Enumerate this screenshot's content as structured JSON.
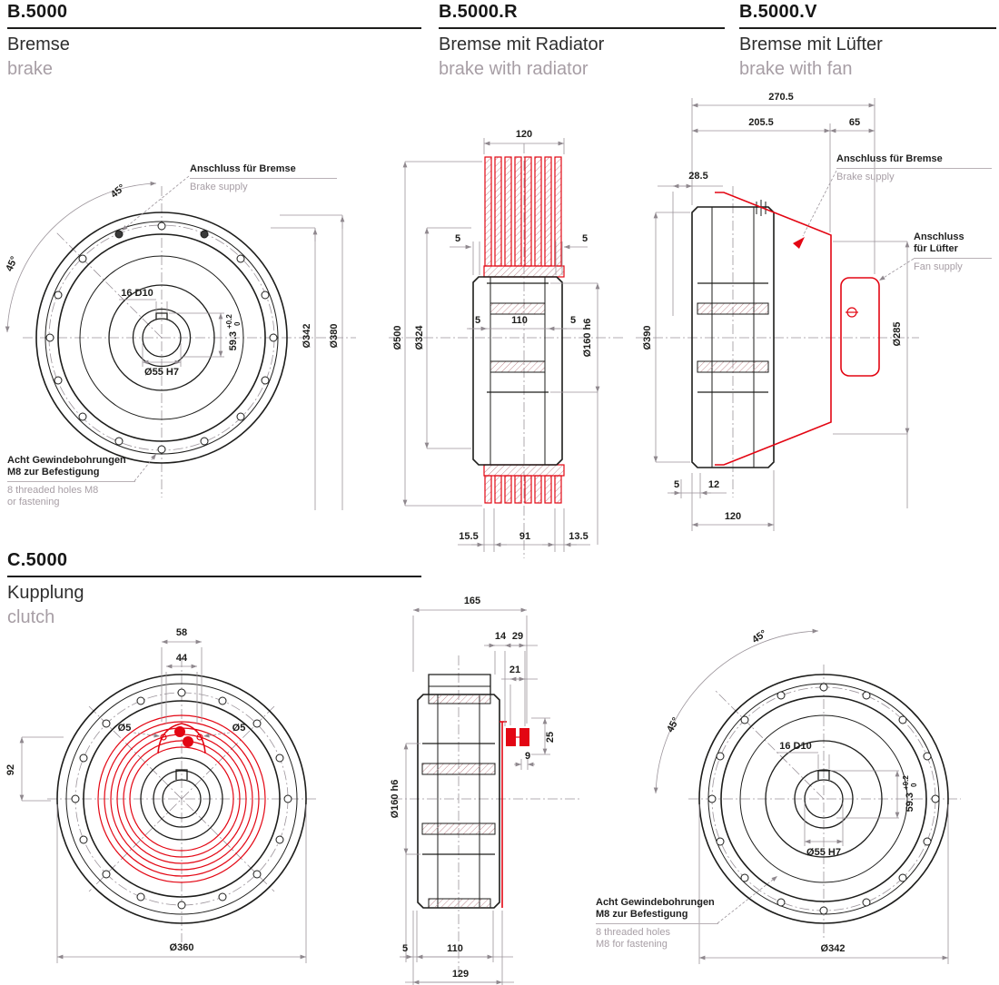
{
  "colors": {
    "ink": "#1d1d1b",
    "red": "#e30613",
    "gray_text": "#a79ea5",
    "line": "#9b939a"
  },
  "headers": [
    {
      "code": "B.5000",
      "de": "Bremse",
      "en": "brake"
    },
    {
      "code": "B.5000.R",
      "de": "Bremse mit Radiator",
      "en": "brake with radiator"
    },
    {
      "code": "B.5000.V",
      "de": "Bremse mit Lüfter",
      "en": "brake with fan"
    },
    {
      "code": "C.5000",
      "de": "Kupplung",
      "en": "clutch"
    }
  ],
  "annotations": {
    "brake_supply_1": {
      "de": "Anschluss für Bremse",
      "en": "Brake supply"
    },
    "threads_1": {
      "de1": "Acht Gewindebohrungen",
      "de2": "M8 zur Befestigung",
      "en1": "8 threaded holes M8",
      "en2": "or fastening"
    },
    "brake_supply_v": {
      "de": "Anschluss für Bremse",
      "en": "Brake supply"
    },
    "fan_supply": {
      "de1": "Anschluss",
      "de2": "für Lüfter",
      "en": "Fan supply"
    },
    "threads_6": {
      "de1": "Acht Gewindebohrungen",
      "de2": "M8 zur Befestigung",
      "en1": "8 threaded holes",
      "en2": "M8 for fastening"
    }
  },
  "d1": {
    "a45a": "45°",
    "a45b": "45°",
    "keyway": "16 D10",
    "depth": "59.3",
    "tol_p": "+0.2",
    "tol_0": "0",
    "bore": "Ø55 H7",
    "dia342": "Ø342",
    "dia380": "Ø380"
  },
  "d2": {
    "w120": "120",
    "t5l": "5",
    "t5r": "5",
    "dia500": "Ø500",
    "dia324": "Ø324",
    "c5l": "5",
    "c110": "110",
    "c5r": "5",
    "dia160": "Ø160 h6",
    "b155": "15.5",
    "b91": "91",
    "b135": "13.5"
  },
  "d3": {
    "w2705": "270.5",
    "w2055": "205.5",
    "w65": "65",
    "w285": "28.5",
    "dia390": "Ø390",
    "dia285": "Ø285",
    "b5": "5",
    "b12": "12",
    "b120": "120"
  },
  "d4": {
    "t58": "58",
    "t44": "44",
    "d5l": "Ø5",
    "d5r": "Ø5",
    "h92": "92",
    "dia360": "Ø360"
  },
  "d5": {
    "t165": "165",
    "t14": "14",
    "t29": "29",
    "t21": "21",
    "r25": "25",
    "r9": "9",
    "dia160": "Ø160 h6",
    "b5": "5",
    "b110": "110",
    "b129": "129"
  },
  "d6": {
    "a45a": "45°",
    "a45b": "45°",
    "keyway": "16 D10",
    "depth": "59.3",
    "tol_p": "+0.2",
    "tol_0": "0",
    "bore": "Ø55 H7",
    "dia342": "Ø342"
  }
}
